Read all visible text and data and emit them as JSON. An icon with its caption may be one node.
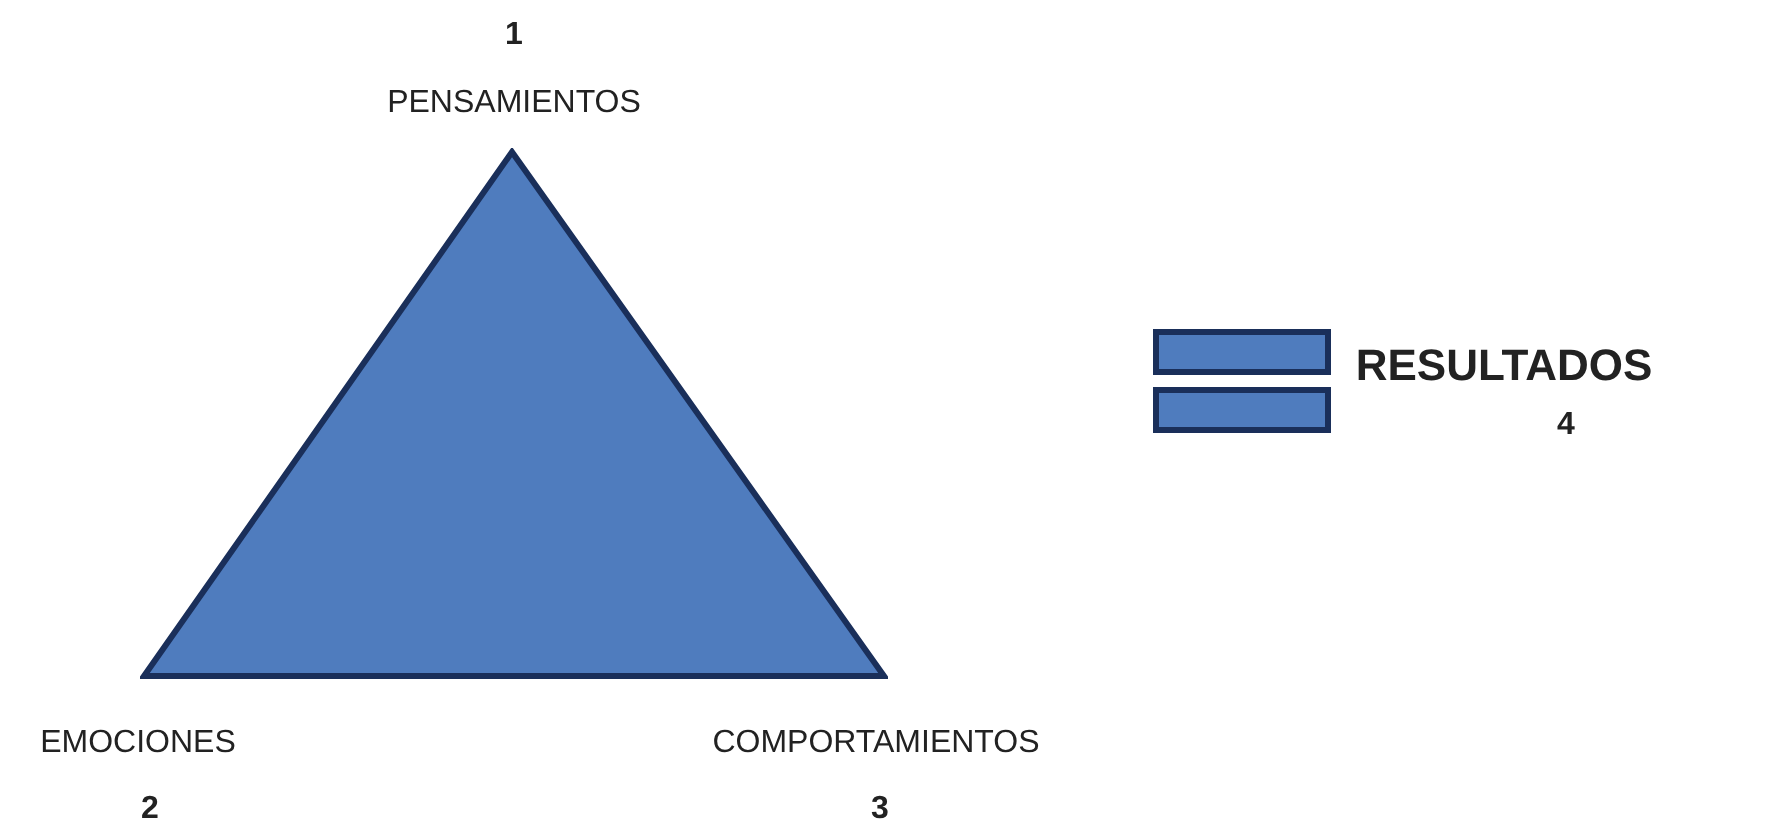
{
  "diagram": {
    "nodes": [
      {
        "text": [],
        "shape": "triangle"
      }
    ],
    "labels": [
      "1",
      "PENSAMIENTOS",
      "RESULTADOS",
      "4",
      "EMOCIONES",
      "COMPORTAMIENTOS",
      "2",
      "3"
    ]
  }
}
